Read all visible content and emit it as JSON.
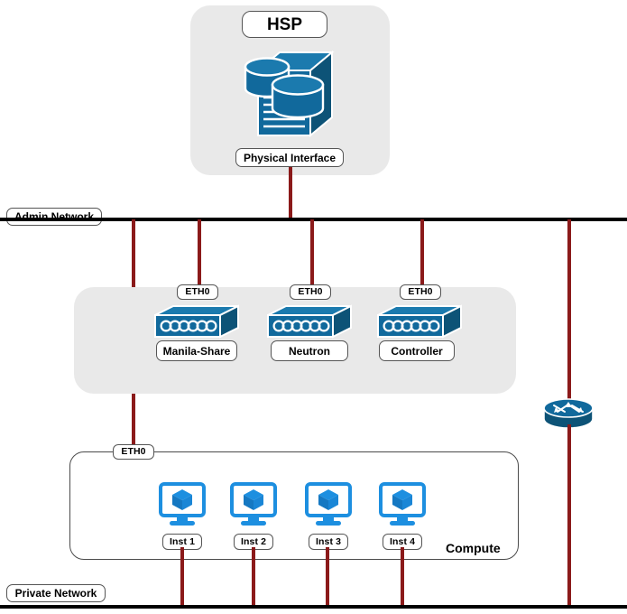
{
  "diagram": {
    "title_node": {
      "label": "HSP"
    },
    "storage": {
      "icon": "storage-server-icon",
      "interface_label": "Physical Interface"
    },
    "networks": [
      {
        "name": "admin-network",
        "label": "Admin Network"
      },
      {
        "name": "private-network",
        "label": "Private Network"
      }
    ],
    "servers": [
      {
        "name": "manila-share",
        "label": "Manila-Share",
        "nic": "ETH0",
        "icon": "switch-icon"
      },
      {
        "name": "neutron",
        "label": "Neutron",
        "nic": "ETH0",
        "icon": "switch-icon"
      },
      {
        "name": "controller",
        "label": "Controller",
        "nic": "ETH0",
        "icon": "switch-icon"
      }
    ],
    "compute": {
      "label": "Compute",
      "nic": "ETH0",
      "instances": [
        {
          "name": "inst-1",
          "label": "Inst 1",
          "icon": "instance-monitor-icon"
        },
        {
          "name": "inst-2",
          "label": "Inst 2",
          "icon": "instance-monitor-icon"
        },
        {
          "name": "inst-3",
          "label": "Inst 3",
          "icon": "instance-monitor-icon"
        },
        {
          "name": "inst-4",
          "label": "Inst 4",
          "icon": "instance-monitor-icon"
        }
      ]
    },
    "router": {
      "name": "router",
      "icon": "router-icon"
    },
    "colors": {
      "panel_gray": "#e9e9e9",
      "bus_black": "#000000",
      "link_red": "#8b1a1a",
      "device_blue": "#11699c",
      "device_blue_dark": "#0d5377",
      "instance_blue": "#1d8fe0",
      "outline_gray": "#4a4a4a"
    }
  }
}
